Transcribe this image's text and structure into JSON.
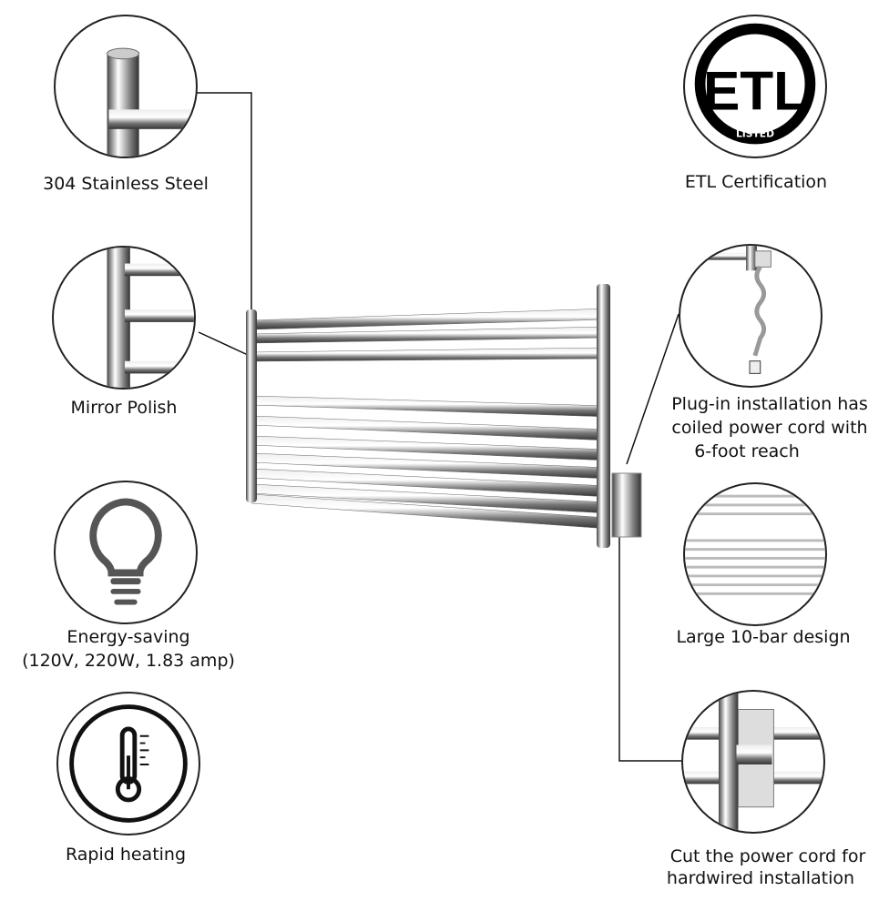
{
  "features_left": [
    {
      "label": "304 Stainless Steel",
      "icon": "steel-tube-icon"
    },
    {
      "label": "Mirror Polish",
      "icon": "polished-bars-icon"
    },
    {
      "label": "Energy-saving",
      "label2": "(120V, 220W, 1.83 amp)",
      "icon": "light-bulb-icon"
    },
    {
      "label": "Rapid heating",
      "icon": "thermometer-icon"
    }
  ],
  "features_right": [
    {
      "label": "ETL Certification",
      "icon": "etl-logo-icon",
      "logo_text": "ETL",
      "logo_sub": "LISTED"
    },
    {
      "label": "Plug-in installation has",
      "label2": "coiled power cord with",
      "label3": "6-foot reach",
      "icon": "coiled-cord-icon"
    },
    {
      "label": "Large 10-bar design",
      "icon": "bars-icon"
    },
    {
      "label": "Cut the power cord for",
      "label2": "hardwired installation",
      "icon": "wall-mount-icon"
    }
  ]
}
